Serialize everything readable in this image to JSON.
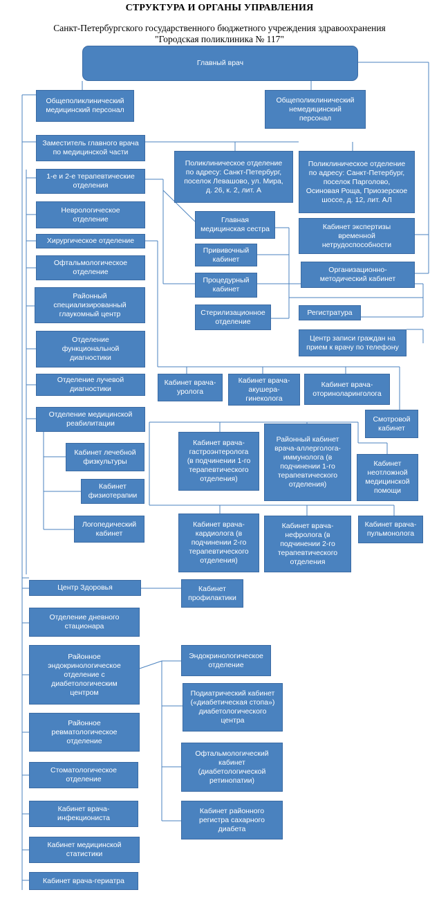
{
  "title": "СТРУКТУРА И ОРГАНЫ УПРАВЛЕНИЯ",
  "subtitle_line1": "Санкт-Петербургского государственного бюджетного учреждения здравоохранения",
  "subtitle_line2": "\"Городская поликлиника № 117\"",
  "nodes": {
    "head": "Главный врач",
    "med_staff": "Общеполиклинический\nмедицинский персонал",
    "nonmed_staff": "Общеполиклинический\nнемедицинский\nперсонал",
    "deputy": "Заместитель главного врача\nпо медицинской части",
    "branch_levashovo": "Поликлиническое отделение\nпо адресу: Санкт-Петербург,\nпоселок Левашово, ул. Мира,\nд. 26, к. 2, лит. А",
    "branch_pargolovo": "Поликлиническое отделение\nпо адресу: Санкт-Петербург,\nпоселок Парголово,\nОсиновая Роща, Приозерское\nшоссе, д. 12, лит. АЛ",
    "therapy": "1-е и 2-е терапевтические\nотделения",
    "neuro": "Неврологическое\nотделение",
    "chief_nurse": "Главная\nмедицинская сестра",
    "expertise": "Кабинет экспертизы\nвременной\nнетрудоспособности",
    "surgery": "Хирургическое отделение",
    "vaccination": "Прививочный\nкабинет",
    "ophthalmology": "Офтальмологическое\nотделение",
    "org_method": "Организационно-\nметодический кабинет",
    "procedure": "Процедурный\nкабинет",
    "glaucoma": "Районный\nспециализированный\nглаукомный центр",
    "sterilization": "Стерилизационное\nотделение",
    "registry": "Регистратура",
    "functional": "Отделение\nфункциональной\nдиагностики",
    "call_center": "Центр записи граждан на\nприем к врачу по телефону",
    "radiology": "Отделение лучевой\nдиагностики",
    "urology": "Кабинет врача-\nуролога",
    "gynecology": "Кабинет врача-\nакушера-\nгинеколога",
    "ent": "Кабинет врача-\nоториноларинголога",
    "rehab": "Отделение медицинской\nреабилитации",
    "exam": "Смотровой\nкабинет",
    "exercise": "Кабинет лечебной\nфизкультуры",
    "gastro": "Кабинет врача-\nгастроэнтеролога\n(в подчинении 1-го\nтерапевтического\nотделения)",
    "allergy": "Районный кабинет\nврача-аллерголога-\nиммунолога (в\nподчинении 1-го\nтерапевтического\nотделения)",
    "emergency": "Кабинет\nнеотложной\nмедицинской\nпомощи",
    "physio": "Кабинет\nфизиотерапии",
    "speech": "Логопедический\nкабинет",
    "cardio": "Кабинет врача-\nкардиолога (в\nподчинении 2-го\nтерапевтического\nотделения)",
    "nephro": "Кабинет врача-\nнефролога (в\nподчинении 2-го\nтерапевтического\nотделения",
    "pulmo": "Кабинет врача-\nпульмонолога",
    "health_center": "Центр Здоровья",
    "prevention": "Кабинет\nпрофилактики",
    "day_hospital": "Отделение дневного\nстационара",
    "endo_district": "Районное\nэндокринологическое\nотделение с\nдиабетологическим\nцентром",
    "endo": "Эндокринологическое\nотделение",
    "podiatry": "Подиатрический кабинет\n(«диабетическая стопа»)\nдиабетологического\nцентра",
    "rheum": "Районное\nревматологическое\nотделение",
    "eye_diab": "Офтальмологический\nкабинет\n(диабетологической\nретинопатии)",
    "dental": "Стоматологическое\nотделение",
    "infect": "Кабинет врача-\nинфекциониста",
    "diab_registry": "Кабинет районного\nрегистра сахарного\nдиабета",
    "stats": "Кабинет медицинской\nстатистики",
    "geriatric": "Кабинет врача-гериатра"
  },
  "colors": {
    "box_fill": "#4a82bf",
    "box_border": "#3a6aa3",
    "text": "#ffffff",
    "line": "#4a82bf"
  }
}
